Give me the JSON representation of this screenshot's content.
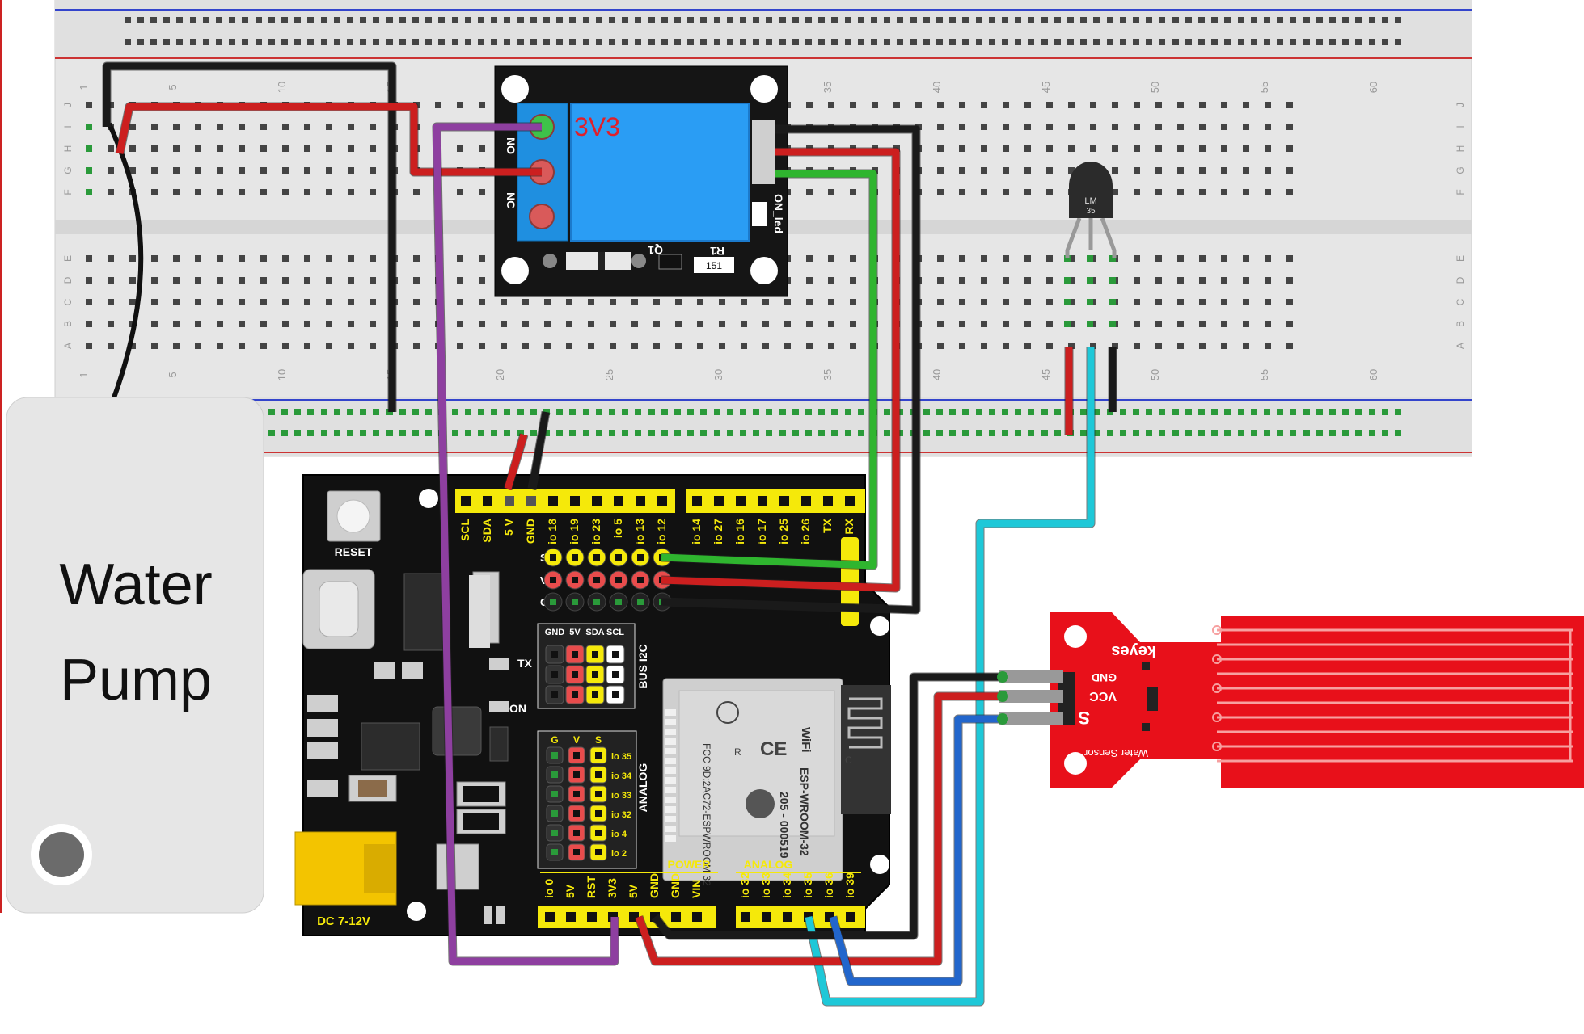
{
  "pump": {
    "line1": "Water",
    "line2": "Pump"
  },
  "relay": {
    "label_3v3": "3V3",
    "pin_no": "NO",
    "pin_nc": "NC",
    "on_led": "ON_led",
    "r1": "R1",
    "q1": "Q1",
    "resistor_code": "151"
  },
  "lm35": {
    "line1": "LM",
    "line2": "35"
  },
  "breadboard": {
    "column_numbers": [
      "1",
      "5",
      "10",
      "15",
      "20",
      "25",
      "30",
      "35",
      "40",
      "45",
      "50",
      "55",
      "60"
    ],
    "rows_top": [
      "J",
      "I",
      "H",
      "G",
      "F"
    ],
    "rows_bottom": [
      "E",
      "D",
      "C",
      "B",
      "A"
    ]
  },
  "board": {
    "reset": "RESET",
    "dc": "DC 7-12V",
    "tx": "TX",
    "on": "ON",
    "top_left_pins": [
      "SCL",
      "SDA",
      "5 V",
      "GND",
      "io 18",
      "io 19",
      "io 23",
      "io 5",
      "io 13",
      "io 12"
    ],
    "top_right_pins": [
      "io 14",
      "io 27",
      "io 16",
      "io 17",
      "io 25",
      "io 26",
      "TX",
      "RX"
    ],
    "svg_rows": [
      "S",
      "V",
      "G"
    ],
    "bus_i2c_pins": [
      "GND",
      "5V",
      "SDA",
      "SCL"
    ],
    "bus_i2c_label": "BUS I2C",
    "analog_header": [
      "G",
      "V",
      "S"
    ],
    "analog_pins": [
      "io 35",
      "io 34",
      "io 33",
      "io 32",
      "io 4",
      "io 2"
    ],
    "analog_label": "ANALOG",
    "power_label": "POWER",
    "power_pins": [
      "io 0",
      "5V",
      "RST",
      "3V3",
      "5V",
      "GND",
      "GND",
      "VIN"
    ],
    "analog_bottom_label": "ANALOG",
    "analog_bottom_pins": [
      "io 32",
      "io 33",
      "io 34",
      "io 35",
      "io 36",
      "io 39"
    ],
    "module": {
      "wifi": "WiFi",
      "name": "ESP-WROOM-32",
      "fcc": "FCC 9D:2AC72-ESPWROOM 32",
      "code": "205 - 000519",
      "r": "R"
    }
  },
  "water_sensor": {
    "brand": "keyes",
    "pin_gnd": "GND",
    "pin_vcc": "VCC",
    "pin_s": "S",
    "caption": "Water Sensor"
  },
  "colors": {
    "wire_black": "#1a1a1a",
    "wire_red": "#cc1f1f",
    "wire_green": "#2fb52f",
    "wire_purple": "#8e3fa0",
    "wire_cyan": "#1ec8d8",
    "wire_blue": "#2266cc",
    "relay_blue": "#2a9df4",
    "sensor_red": "#e8101a",
    "header_yellow": "#f5e90a",
    "board_black": "#111111"
  }
}
